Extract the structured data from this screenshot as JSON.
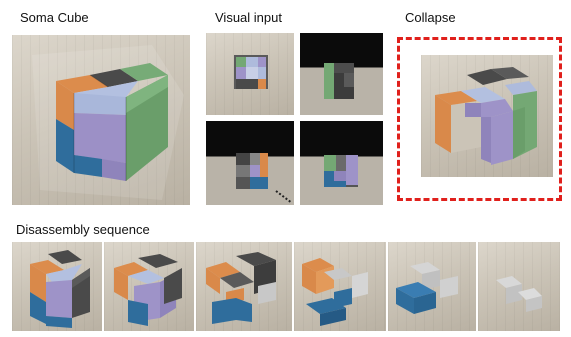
{
  "labels": {
    "soma_cube": "Soma Cube",
    "visual_input": "Visual input",
    "collapse": "Collapse",
    "disassembly": "Disassembly sequence"
  },
  "colors": {
    "orange": "#d9894a",
    "lavender": "#9e93c8",
    "green": "#74a874",
    "blue": "#2f6d9c",
    "dark_gray": "#4a4a4a",
    "light_gray": "#c8c8c8",
    "light_blue": "#aebbdc",
    "highlight_dash": "#e0201c"
  },
  "disassembly_steps": 6
}
